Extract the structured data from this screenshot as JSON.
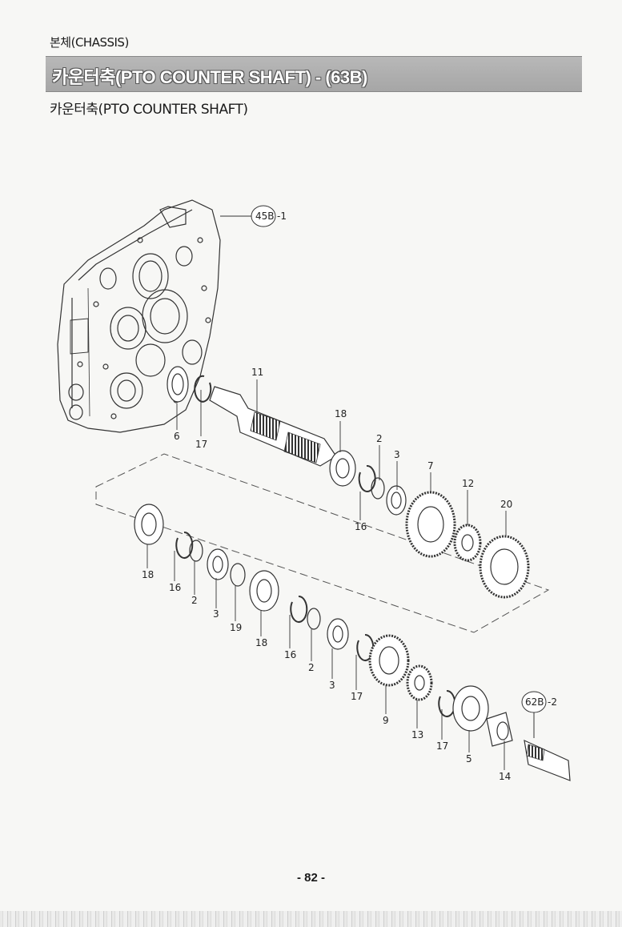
{
  "header": {
    "section": "본체(CHASSIS)",
    "title": "카운터축(PTO COUNTER SHAFT) - (63B)",
    "subtitle": "카운터축(PTO COUNTER SHAFT)"
  },
  "references": {
    "top": {
      "code": "45B",
      "suffix": "-1"
    },
    "bottom": {
      "code": "62B",
      "suffix": "-2"
    }
  },
  "parts": {
    "p11": "11",
    "p6": "6",
    "p17a": "17",
    "p18a": "18",
    "p2a": "2",
    "p3a": "3",
    "p7": "7",
    "p12": "12",
    "p20": "20",
    "p16a": "16",
    "p18b": "18",
    "p16b": "16",
    "p2b": "2",
    "p3b": "3",
    "p19": "19",
    "p18c": "18",
    "p16c": "16",
    "p2c": "2",
    "p3c": "3",
    "p17b": "17",
    "p9": "9",
    "p13": "13",
    "p17c": "17",
    "p5": "5",
    "p14": "14"
  },
  "footer": {
    "page_number": "- 82 -"
  }
}
